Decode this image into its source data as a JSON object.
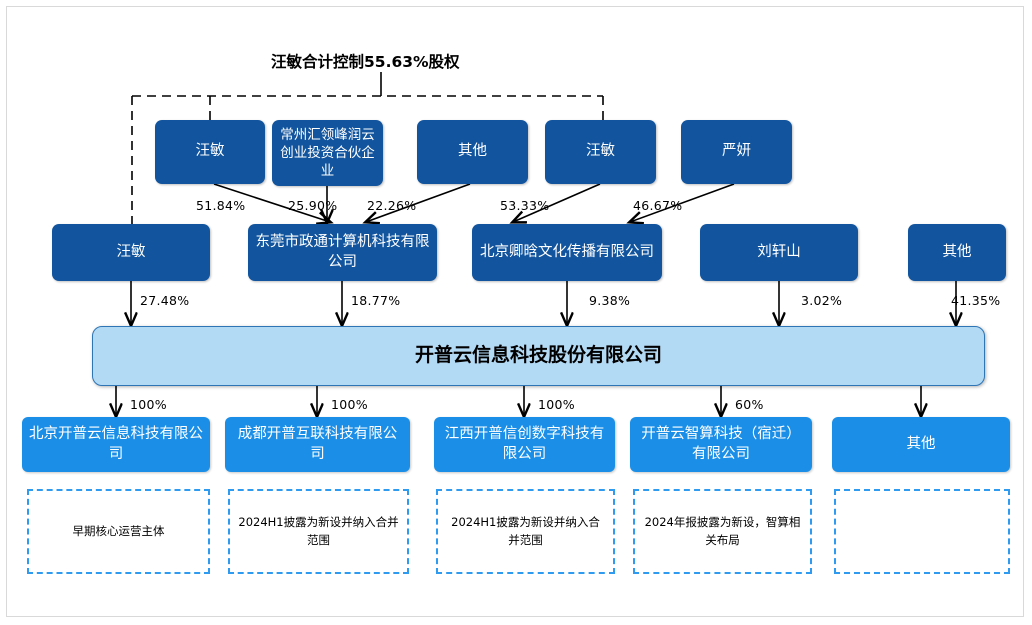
{
  "diagram": {
    "caption": "汪敏合计控制55.63%股权",
    "control_bracket_label": "汪敏合计控制55.63%股权"
  },
  "tier1": [
    {
      "id": "t1-wangmin-a",
      "label": "汪敏"
    },
    {
      "id": "t1-changzhou",
      "label": "常州汇领峰润云创业投资合伙企业"
    },
    {
      "id": "t1-other",
      "label": "其他"
    },
    {
      "id": "t1-wangmin-b",
      "label": "汪敏"
    },
    {
      "id": "t1-yanyan",
      "label": "严妍"
    }
  ],
  "tier1_edges": [
    {
      "id": "e-51",
      "pct": "51.84%"
    },
    {
      "id": "e-2590",
      "pct": "25.90%"
    },
    {
      "id": "e-2226",
      "pct": "22.26%"
    },
    {
      "id": "e-5333",
      "pct": "53.33%"
    },
    {
      "id": "e-4667",
      "pct": "46.67%"
    }
  ],
  "tier2": [
    {
      "id": "t2-wangmin",
      "label": "汪敏"
    },
    {
      "id": "t2-dongguan",
      "label": "东莞市政通计算机科技有限公司"
    },
    {
      "id": "t2-beijing-qinghan",
      "label": "北京卿晗文化传播有限公司"
    },
    {
      "id": "t2-liuxuanshan",
      "label": "刘轩山"
    },
    {
      "id": "t2-other",
      "label": "其他"
    }
  ],
  "tier2_edges": [
    {
      "id": "e-2748",
      "pct": "27.48%"
    },
    {
      "id": "e-1877",
      "pct": "18.77%"
    },
    {
      "id": "e-938",
      "pct": "9.38%"
    },
    {
      "id": "e-302",
      "pct": "3.02%"
    },
    {
      "id": "e-4135",
      "pct": "41.35%"
    }
  ],
  "issuer": {
    "id": "issuer",
    "label": "开普云信息科技股份有限公司"
  },
  "subsidiary_edges": [
    {
      "id": "e-sub-1",
      "pct": "100%"
    },
    {
      "id": "e-sub-2",
      "pct": "100%"
    },
    {
      "id": "e-sub-3",
      "pct": "100%"
    },
    {
      "id": "e-sub-4",
      "pct": "60%"
    },
    {
      "id": "e-sub-5",
      "pct": ""
    }
  ],
  "subsidiaries": [
    {
      "id": "sub-beijing",
      "label": "北京开普云信息科技有限公司"
    },
    {
      "id": "sub-chengdu",
      "label": "成都开普互联科技有限公司"
    },
    {
      "id": "sub-jiangxi",
      "label": "江西开普信创数字科技有限公司"
    },
    {
      "id": "sub-suqian",
      "label": "开普云智算科技（宿迁）有限公司"
    },
    {
      "id": "sub-other",
      "label": "其他"
    }
  ],
  "notes": [
    {
      "id": "note-1",
      "text": "早期核心运营主体"
    },
    {
      "id": "note-2",
      "text": "2024H1披露为新设并纳入合并范围"
    },
    {
      "id": "note-3",
      "text": "2024H1披露为新设并纳入合并范围"
    },
    {
      "id": "note-4",
      "text": "2024年报披露为新设，智算相关布局"
    },
    {
      "id": "note-5",
      "text": ""
    }
  ],
  "colors": {
    "tier_dark_blue": "#12559E",
    "subsidiary_blue": "#1B8FE8",
    "issuer_fill": "#B3DAF5",
    "issuer_border": "#2E75B6",
    "note_dash": "#2E9BF0",
    "connector": "#000000"
  }
}
